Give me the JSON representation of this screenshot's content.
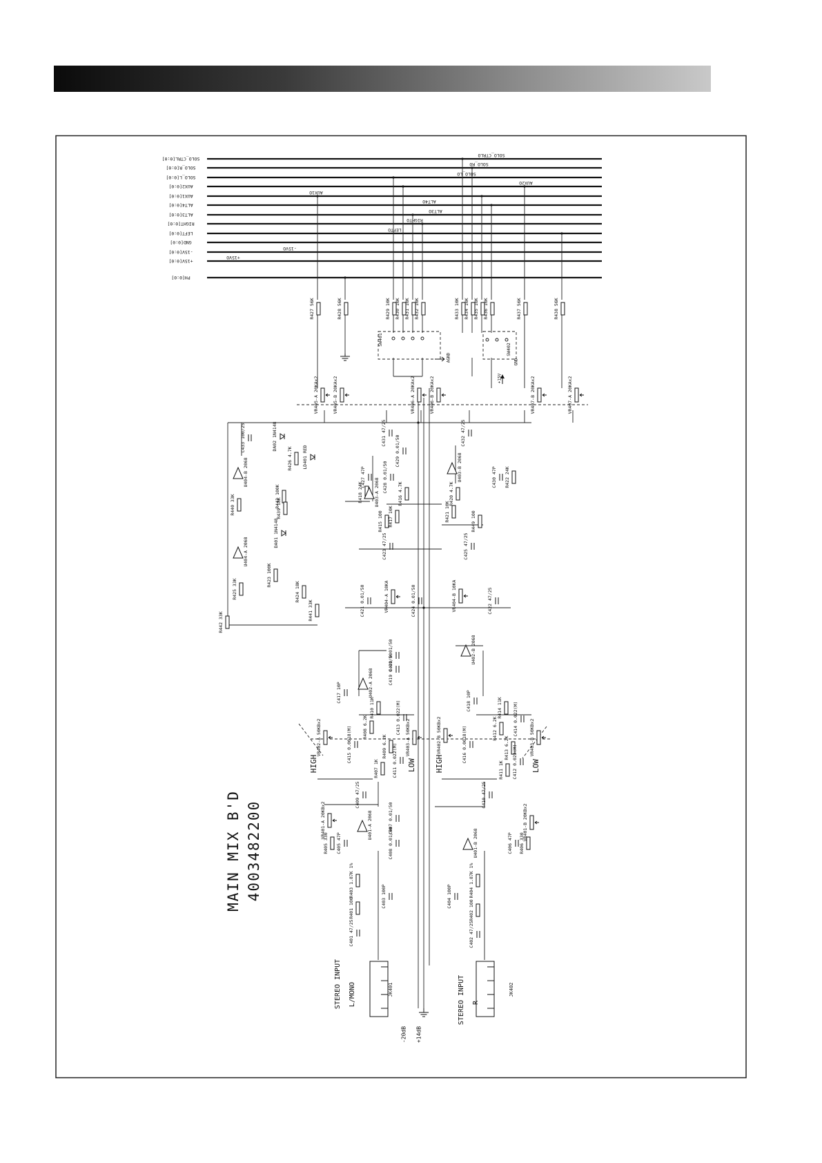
{
  "title": {
    "line1": "MAIN MIX B'D",
    "line2": "4003482200"
  },
  "bus_labels": [
    "SOLO_CTRL[0:0]",
    "SOLO_R[0:0]",
    "SOLO_L[0:0]",
    "AUX2[0:0]",
    "AUX1[0:0]",
    "ALT4[0:0]",
    "ALT3[0:0]",
    "RIGHT[0:0]",
    "LEFT[0:0]",
    "GND[0:0]",
    "-15V[0:0]",
    "+15V[0:0]",
    "PH[0:0]"
  ],
  "net_labels": [
    "SOLO_CTRLO",
    "SOLO_RO",
    "SOLO_LO",
    "AUX2O",
    "AUX1O",
    "ALT4O",
    "ALT3O",
    "RIGHTO",
    "LEFTO",
    "-15VO",
    "+15VO"
  ],
  "labels": [
    "R427 56K",
    "R428 56K",
    "R429 10K",
    "R430 10K",
    "R431 10K",
    "R432 10K",
    "R433 10K",
    "R434 10K",
    "R435 10K",
    "R436 10K",
    "R437 56K",
    "R438 56K",
    "SW401",
    "SW402",
    "AGND",
    "GND",
    "+15V",
    "VR405-A 20KAx2",
    "VR405-B 20KAx2",
    "VR406-A 20KAx2",
    "VR406-B 20KAx2",
    "VR407-B 20KAx2",
    "VR407-A 20KAx2",
    "C433 100/25",
    "DA02 1N4148",
    "R426 4.7K",
    "LD401 RED",
    "U404-B 2068",
    "R443 100K",
    "R439 18K",
    "R440 33K",
    "DA01 1N4148",
    "U404-A 2068",
    "R423 100K",
    "R424 18K",
    "R425 33K",
    "R441 33K",
    "R442 33K",
    "C431 47/25",
    "C429 0.01/50",
    "C427 47P",
    "C428 0.01/50",
    "R418 24K",
    "U403-A 2068",
    "R416 4.7K",
    "C432 47/25",
    "U403-B 2068",
    "C430 47P",
    "R422 24K",
    "R420 4.7K",
    "R415 100",
    "R417 10K",
    "R421 10K",
    "R449 100",
    "C423 47/25",
    "C425 47/25",
    "C421 0.01/50",
    "VR404-A 10KA",
    "C424 0.01/50",
    "VR404-B 10KA",
    "C422 47/25",
    "U402-B 2068",
    "C420 0.01/50",
    "C419 0.01/50",
    "U402-A 2068",
    "C417 10P",
    "C418 10P",
    "R410 11K",
    "R414 11K",
    "C413 0.022(M)",
    "C414 0.022(M)",
    "R408 6.2K",
    "R412 6.2K",
    "VR402-A 50KBx2",
    "VR403-A 50KBx2",
    "VR402-B 50KBx2",
    "VR403-B 50KBx2",
    "C415 0.0018(M)",
    "C416 0.0018(M)",
    "R409 6.2K",
    "R413 6.2K",
    "HIGH",
    "LOW",
    "HIGH",
    "LOW",
    "C411 0.022(M)",
    "C412 0.022(M)",
    "R407 1K",
    "R411 1K",
    "C409 47/25",
    "C410 47/25",
    "VR401-A 20KBx2",
    "VR401-B 20KBx2",
    "U401-A 2068",
    "C407 0.01/50",
    "U401-B 2068",
    "C408 0.01/50",
    "R405 330",
    "C405 47P",
    "C406 47P",
    "R406 330",
    "R403 1.87K 1%",
    "R404 1.87K 1%",
    "C403 100P",
    "C404 100P",
    "R401 100",
    "R402 100",
    "C401 47/25",
    "C402 47/25",
    "STEREO INPUT",
    "L/MONO",
    "JK401",
    "-20dB",
    "+14dB",
    "STEREO INPUT",
    "R",
    "JK402",
    "MAIN MIX B'D",
    "4003482200"
  ]
}
